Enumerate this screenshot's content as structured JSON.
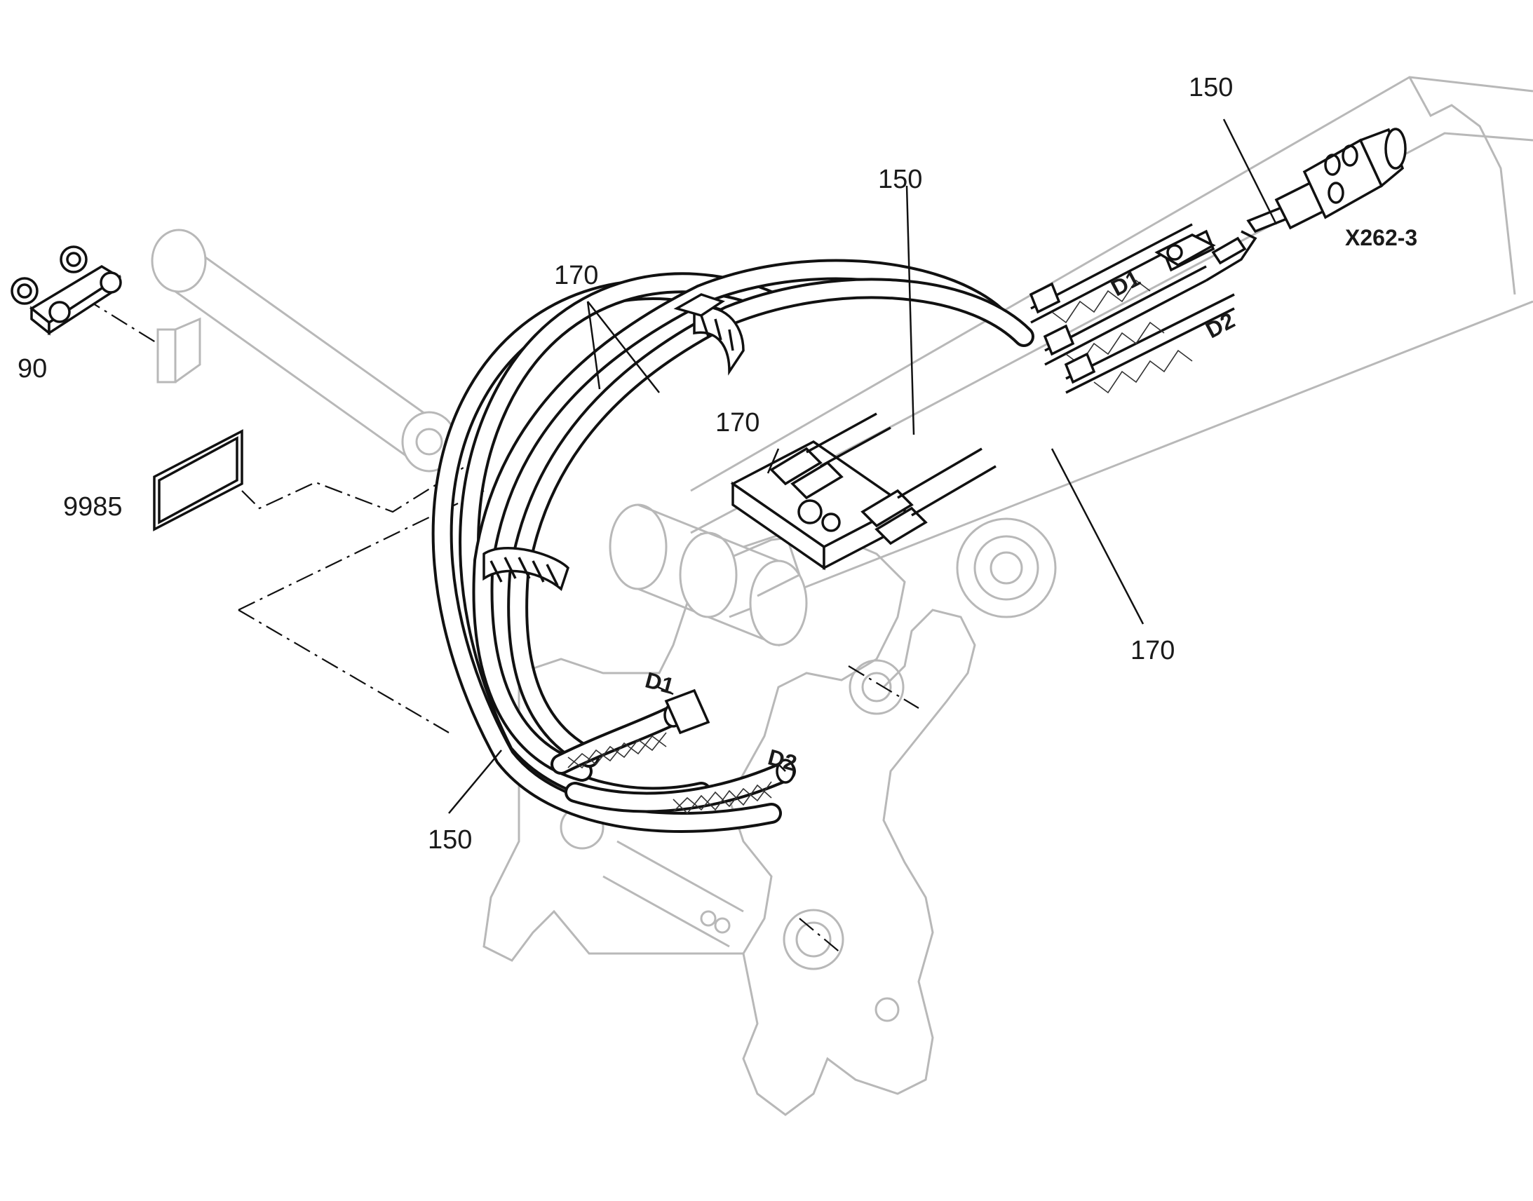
{
  "callouts": {
    "c150_top": "150",
    "c150_mid": "150",
    "c150_bottom": "150",
    "c170_top": "170",
    "c170_block": "170",
    "c170_right": "170",
    "c90": "90",
    "c9985": "9985",
    "connector": "X262-3"
  },
  "ports": {
    "d1_boom": "D1",
    "d2_boom": "D2",
    "d1_end": "D1",
    "d2_end": "D2"
  },
  "colors": {
    "ink": "#111111",
    "ghost": "#b8b8b8"
  }
}
